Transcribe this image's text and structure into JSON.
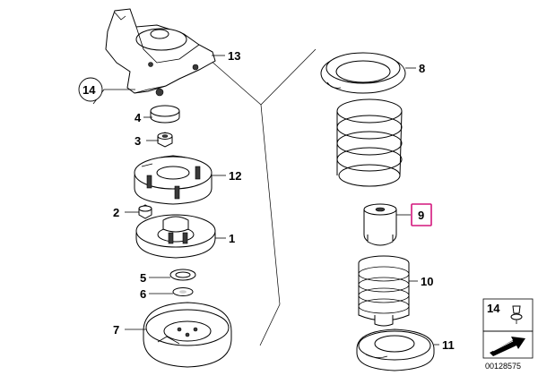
{
  "diagram": {
    "callouts": {
      "c1": "1",
      "c2": "2",
      "c3": "3",
      "c4": "4",
      "c5": "5",
      "c6": "6",
      "c7": "7",
      "c8": "8",
      "c9": "9",
      "c10": "10",
      "c11": "11",
      "c12": "12",
      "c13": "13",
      "c14": "14"
    },
    "reference_panel": {
      "number": "14",
      "image_id": "00128575"
    },
    "highlighted_callout": "9",
    "colors": {
      "line": "#000000",
      "highlight": "#d4177d",
      "fill": "#ffffff",
      "shade": "#cfcfcf"
    }
  }
}
